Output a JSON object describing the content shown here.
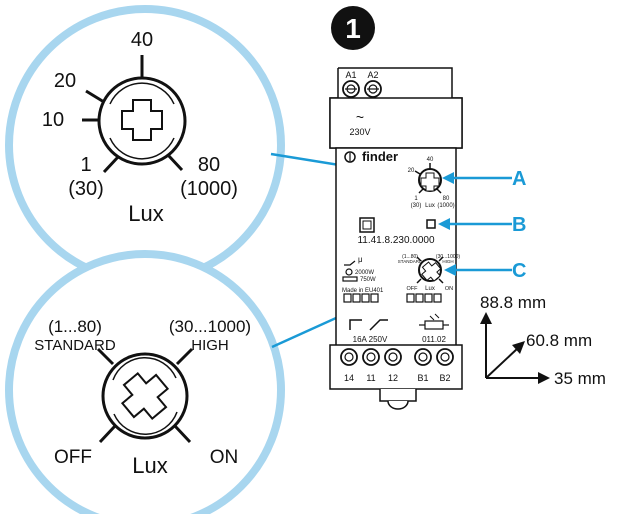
{
  "step_badge": "1",
  "zoom_top": {
    "scale_labels": {
      "v40": "40",
      "v20": "20",
      "v10": "10",
      "v1": "1",
      "v1_paren": "(30)",
      "v80": "80",
      "v80_paren": "(1000)"
    },
    "unit": "Lux"
  },
  "zoom_bottom": {
    "left_range": "(1...80)",
    "left_mode": "STANDARD",
    "right_range": "(30...1000)",
    "right_mode": "HIGH",
    "off": "OFF",
    "on": "ON",
    "unit": "Lux"
  },
  "device": {
    "terminals_top": [
      "A1",
      "A2"
    ],
    "supply_symbol": "~",
    "supply_voltage": "230V",
    "brand": "finder",
    "dial_a": {
      "top": "40",
      "left": "20",
      "right": "",
      "bl1": "1",
      "bl2": "(30)",
      "br1": "80",
      "br2": "(1000)",
      "unit": "Lux"
    },
    "model": "11.41.8.230.0000",
    "dial_c": {
      "left_range": "(1...80)",
      "left_mode": "STANDARD",
      "right_range": "(30...1000)",
      "right_mode": "HIGH",
      "off": "OFF",
      "on": "ON",
      "unit": "Lux"
    },
    "load1_symbol": "μ",
    "load1_value": "2000W",
    "load2_value": "750W",
    "made_in": "Made in EU401",
    "contact_rating": "16A 250V",
    "sensor_code": "011.02",
    "terminals_bottom": [
      "14",
      "11",
      "12",
      "B1",
      "B2"
    ]
  },
  "callouts": {
    "a": "A",
    "b": "B",
    "c": "C"
  },
  "dimensions": {
    "height": "88.8 mm",
    "depth": "60.8 mm",
    "width": "35 mm"
  },
  "colors": {
    "accent": "#1a9ad6",
    "ink": "#111111",
    "zoom_border": "#a8d6ef"
  }
}
